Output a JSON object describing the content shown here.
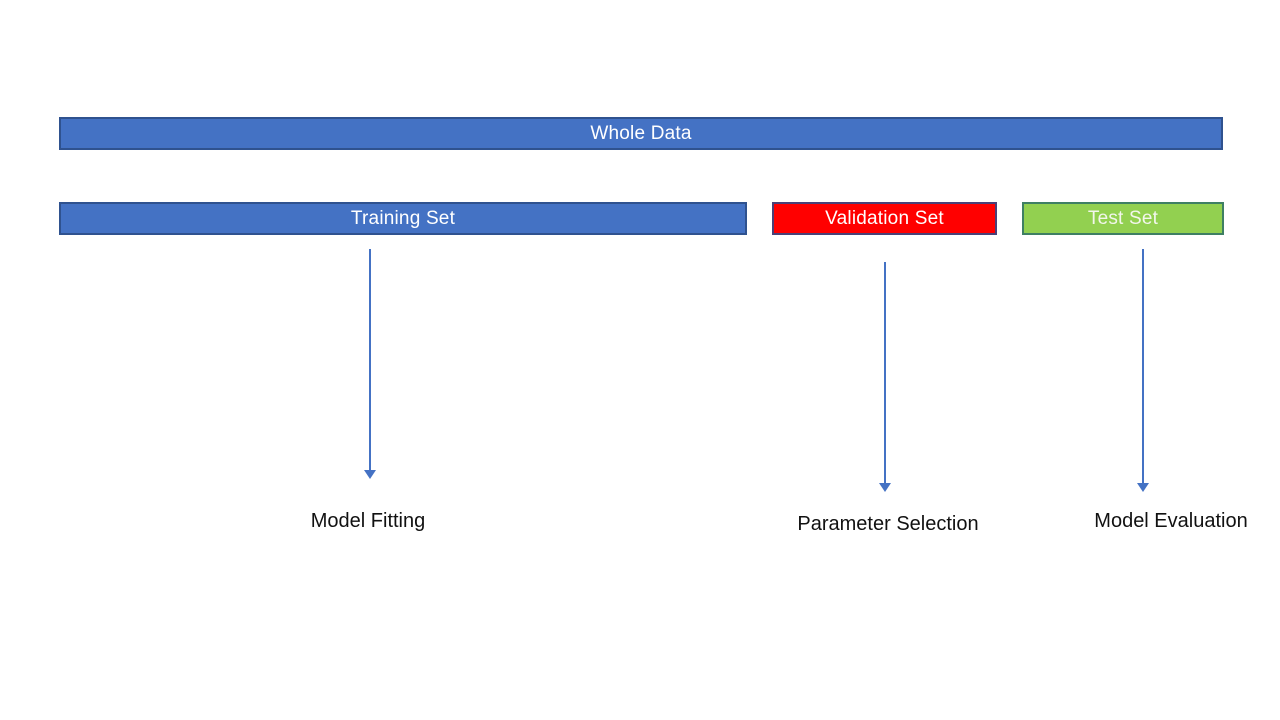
{
  "bars": {
    "whole": {
      "label": "Whole Data",
      "fill": "#4472C4",
      "border": "#2F528F",
      "text": "#FFFFFF"
    },
    "training": {
      "label": "Training Set",
      "fill": "#4472C4",
      "border": "#2F528F",
      "text": "#FFFFFF"
    },
    "validation": {
      "label": "Validation Set",
      "fill": "#FF0000",
      "border": "#4A4077",
      "text": "#FFFFFF"
    },
    "test": {
      "label": "Test Set",
      "fill": "#92D050",
      "border": "#3E7F63",
      "text": "#F2F6EC"
    }
  },
  "arrows": {
    "color": "#4472C4"
  },
  "captions": {
    "model_fitting": "Model Fitting",
    "parameter_selection": "Parameter Selection",
    "model_evaluation": "Model Evaluation"
  },
  "canvas": {
    "background": "#FFFFFF"
  }
}
